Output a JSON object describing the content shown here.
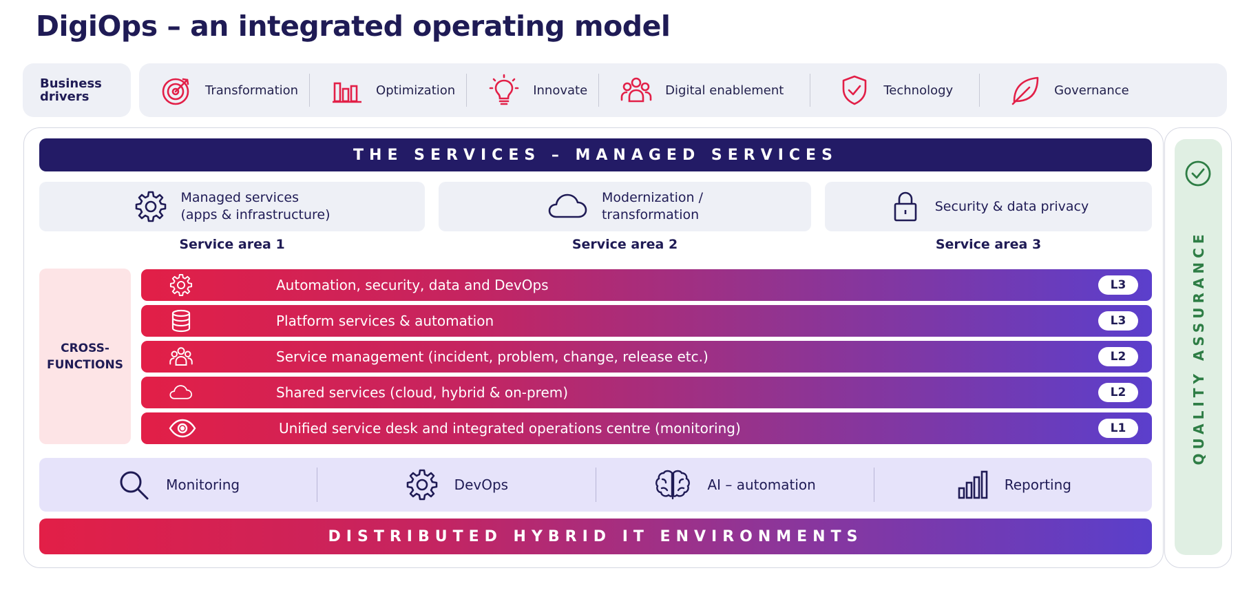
{
  "title": "DigiOps – an integrated operating model",
  "business_drivers": {
    "label": "Business drivers",
    "items": [
      {
        "label": "Transformation",
        "icon": "target-icon"
      },
      {
        "label": "Optimization",
        "icon": "bar-chart-icon"
      },
      {
        "label": "Innovate",
        "icon": "lightbulb-icon"
      },
      {
        "label": "Digital enablement",
        "icon": "people-icon"
      },
      {
        "label": "Technology",
        "icon": "shield-check-icon"
      },
      {
        "label": "Governance",
        "icon": "leaf-icon"
      }
    ]
  },
  "services_banner": "THE SERVICES – MANAGED SERVICES",
  "service_areas": [
    {
      "title": "Managed services\n(apps & infrastructure)",
      "area": "Service area 1",
      "icon": "gear-icon"
    },
    {
      "title": "Modernization /\ntransformation",
      "area": "Service area 2",
      "icon": "cloud-icon"
    },
    {
      "title": "Security & data privacy",
      "area": "Service area 3",
      "icon": "padlock-icon"
    }
  ],
  "cross_functions_label": "CROSS-\nFUNCTIONS",
  "cross_functions": [
    {
      "label": "Automation, security, data and DevOps",
      "level": "L3",
      "icon": "gear-icon"
    },
    {
      "label": "Platform services & automation",
      "level": "L3",
      "icon": "database-icon"
    },
    {
      "label": "Service management (incident, problem, change, release etc.)",
      "level": "L2",
      "icon": "people-icon"
    },
    {
      "label": "Shared services (cloud, hybrid & on-prem)",
      "level": "L2",
      "icon": "cloud-icon"
    },
    {
      "label": "Unified service desk and integrated operations centre (monitoring)",
      "level": "L1",
      "icon": "eye-icon"
    }
  ],
  "tools": [
    {
      "label": "Monitoring",
      "icon": "search-icon"
    },
    {
      "label": "DevOps",
      "icon": "gear-icon"
    },
    {
      "label": "AI – automation",
      "icon": "brain-icon"
    },
    {
      "label": "Reporting",
      "icon": "bar-chart-icon"
    }
  ],
  "distributed_banner": "DISTRIBUTED HYBRID IT ENVIRONMENTS",
  "quality_assurance": "QUALITY ASSURANCE",
  "colors": {
    "navy": "#231b66",
    "red": "#e21f47",
    "purple": "#5b3fcc",
    "green": "#2e7d45"
  }
}
